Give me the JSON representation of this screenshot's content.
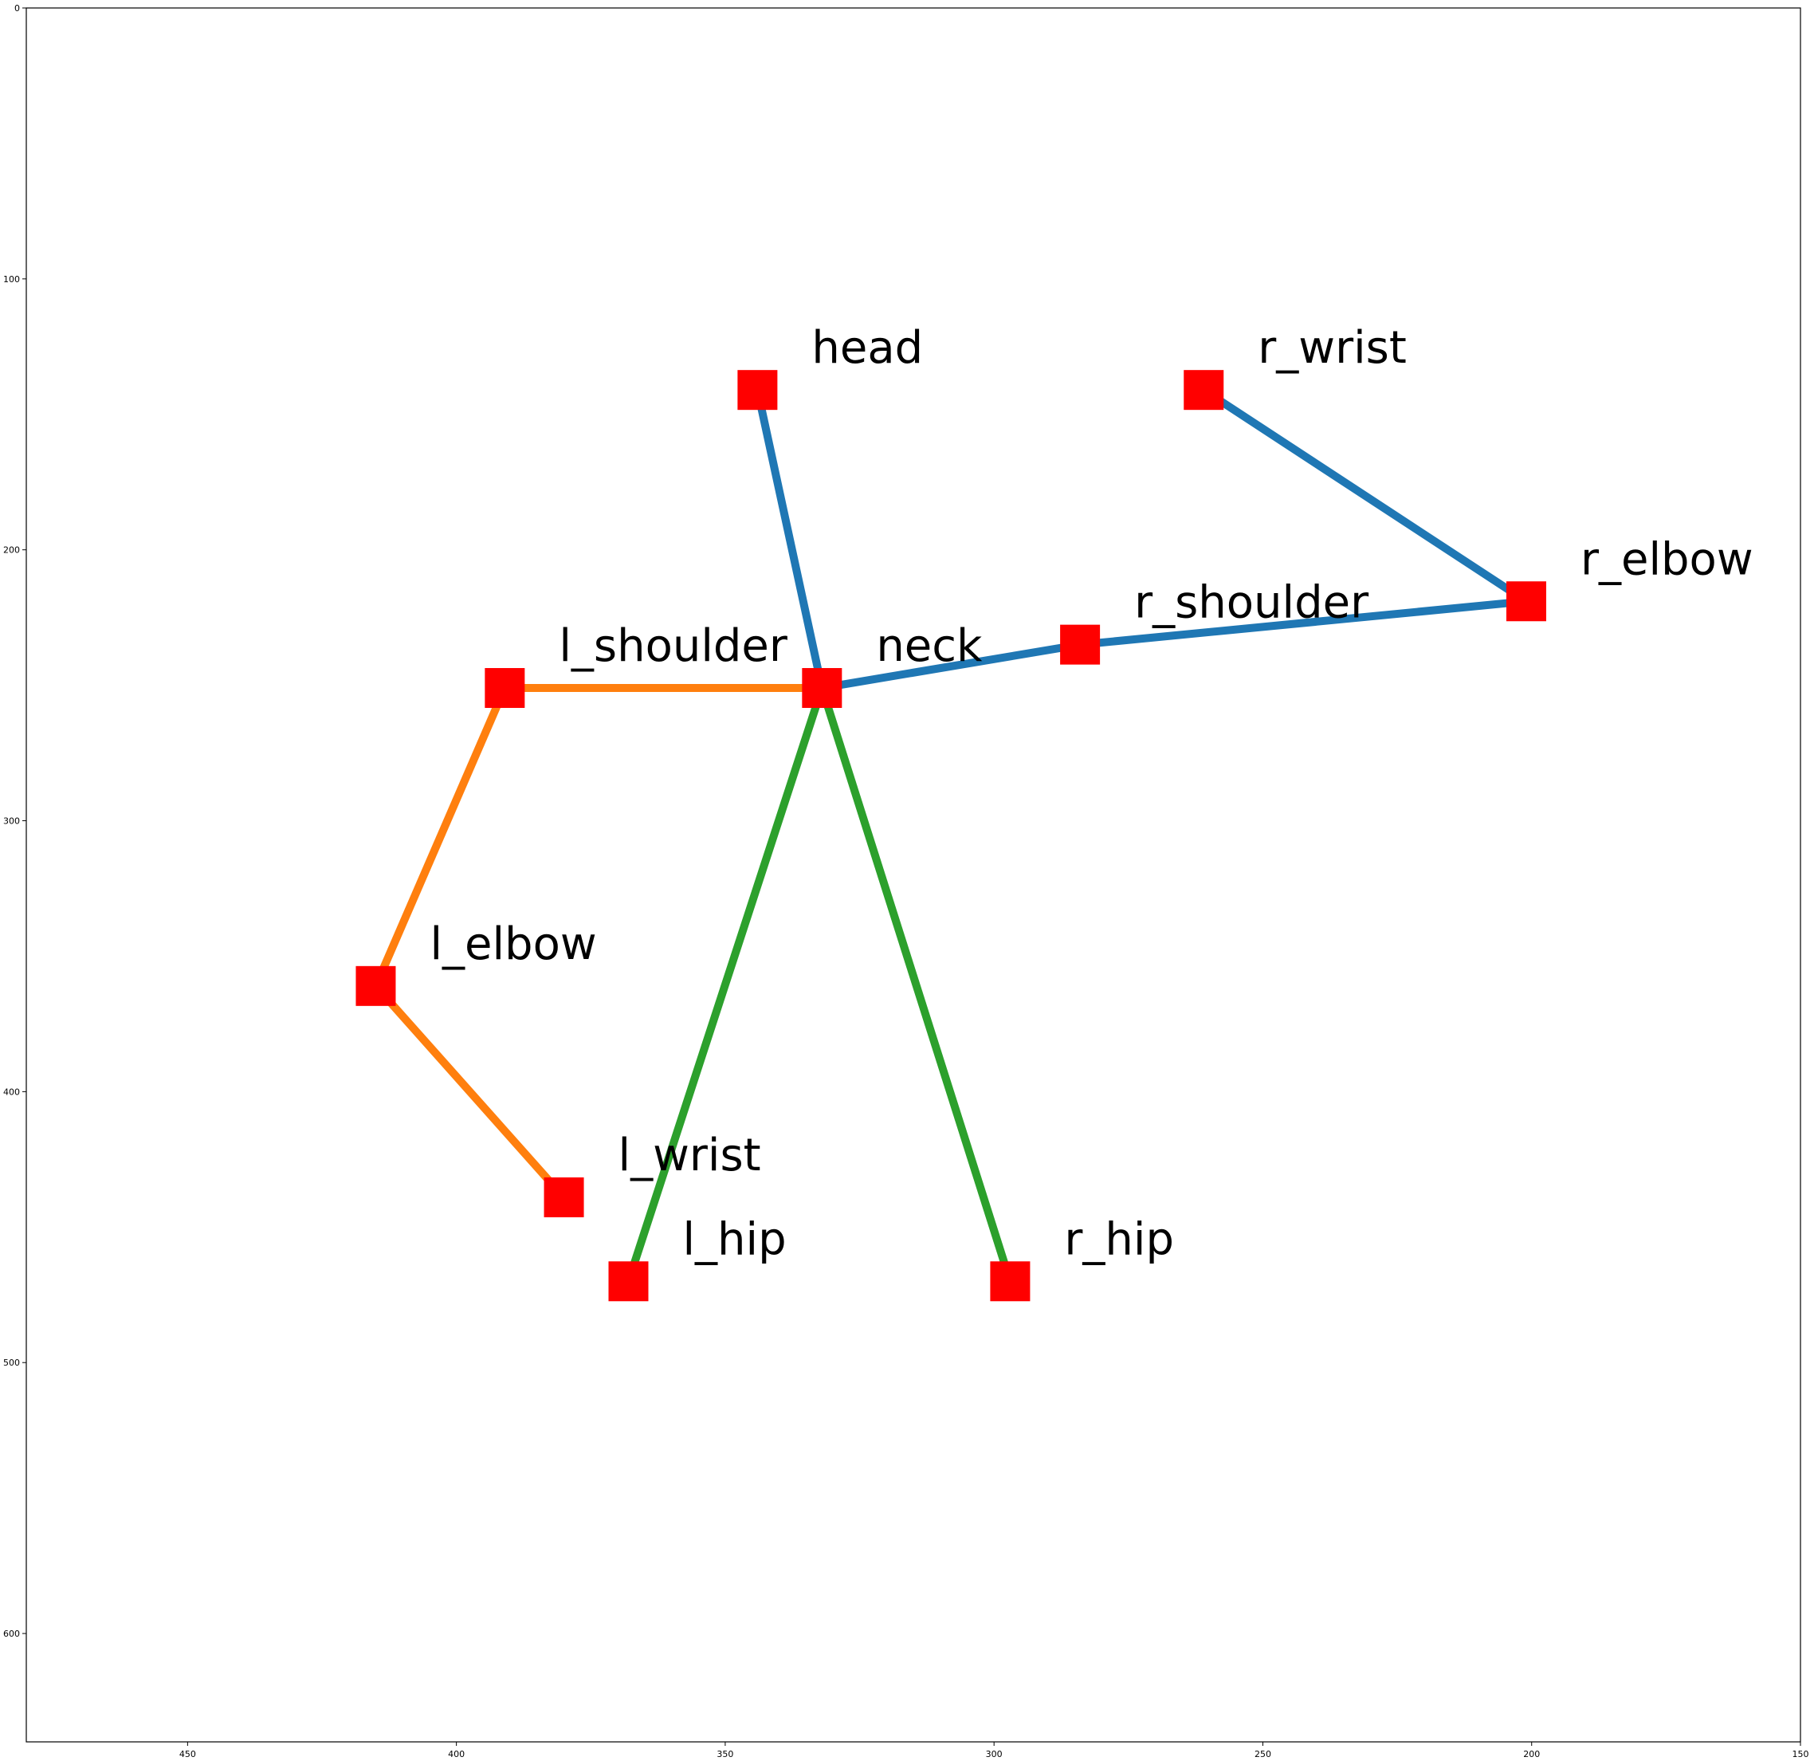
{
  "chart_data": {
    "type": "line",
    "title": "",
    "xlabel": "",
    "ylabel": "",
    "xlim": [
      480,
      150
    ],
    "ylim": [
      640,
      0
    ],
    "x_axis_inverted": true,
    "y_axis_inverted": true,
    "grid": false,
    "xticks": [
      450,
      400,
      350,
      300,
      250,
      200,
      150
    ],
    "yticks": [
      0,
      100,
      200,
      300,
      400,
      500,
      600
    ],
    "points": [
      {
        "label": "head",
        "x": 344,
        "y": 141
      },
      {
        "label": "neck",
        "x": 332,
        "y": 251
      },
      {
        "label": "r_shoulder",
        "x": 284,
        "y": 235
      },
      {
        "label": "r_elbow",
        "x": 201,
        "y": 219
      },
      {
        "label": "r_wrist",
        "x": 261,
        "y": 141
      },
      {
        "label": "l_shoulder",
        "x": 391,
        "y": 251
      },
      {
        "label": "l_elbow",
        "x": 415,
        "y": 361
      },
      {
        "label": "l_wrist",
        "x": 380,
        "y": 439
      },
      {
        "label": "l_hip",
        "x": 368,
        "y": 470
      },
      {
        "label": "r_hip",
        "x": 297,
        "y": 470
      }
    ],
    "series": [
      {
        "color": "#1f77b4",
        "path": [
          "head",
          "neck",
          "r_shoulder",
          "r_elbow",
          "r_wrist"
        ]
      },
      {
        "color": "#ff7f0e",
        "path": [
          "neck",
          "l_shoulder",
          "l_elbow",
          "l_wrist"
        ]
      },
      {
        "color": "#2ca02c",
        "path": [
          "l_hip",
          "neck",
          "r_hip"
        ]
      }
    ],
    "marker": {
      "shape": "square",
      "color": "#ff0000"
    }
  }
}
